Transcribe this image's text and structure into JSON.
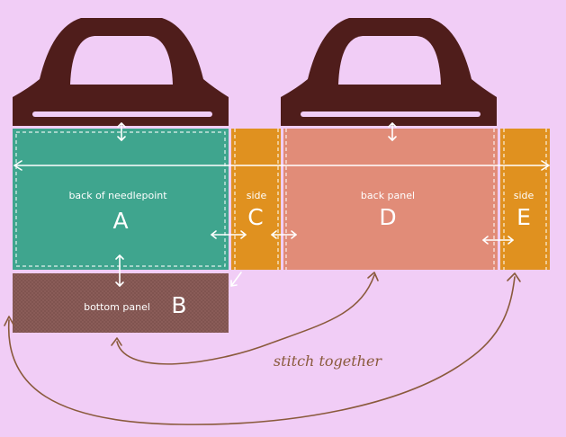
{
  "colors": {
    "background": "#f1cdf6",
    "handle": "#4f1d1b",
    "panel_a": "#3fa58e",
    "panel_b": "#8b5d59",
    "side": "#e0911f",
    "back_panel": "#e18c78",
    "curve": "#8a5a3c"
  },
  "panels": {
    "a": {
      "name": "back of needlepoint",
      "letter": "A"
    },
    "b": {
      "name": "bottom panel",
      "letter": "B"
    },
    "c": {
      "name": "side",
      "letter": "C"
    },
    "d": {
      "name": "back panel",
      "letter": "D"
    },
    "e": {
      "name": "side",
      "letter": "E"
    }
  },
  "caption": "stitch together",
  "icons": [
    "handle-icon",
    "double-arrow-icon",
    "curved-arrow-icon"
  ]
}
